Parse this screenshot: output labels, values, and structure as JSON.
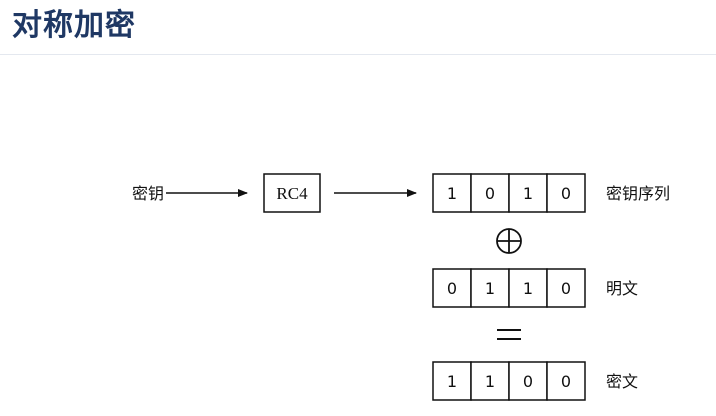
{
  "title": "对称加密",
  "diagram": {
    "key_label": "密钥",
    "cipher_box": "RC4",
    "rows": [
      {
        "label": "密钥序列",
        "bits": [
          "1",
          "0",
          "1",
          "0"
        ]
      },
      {
        "label": "明文",
        "bits": [
          "0",
          "1",
          "1",
          "0"
        ]
      },
      {
        "label": "密文",
        "bits": [
          "1",
          "1",
          "0",
          "0"
        ]
      }
    ],
    "operators": [
      "⊕",
      "="
    ]
  }
}
